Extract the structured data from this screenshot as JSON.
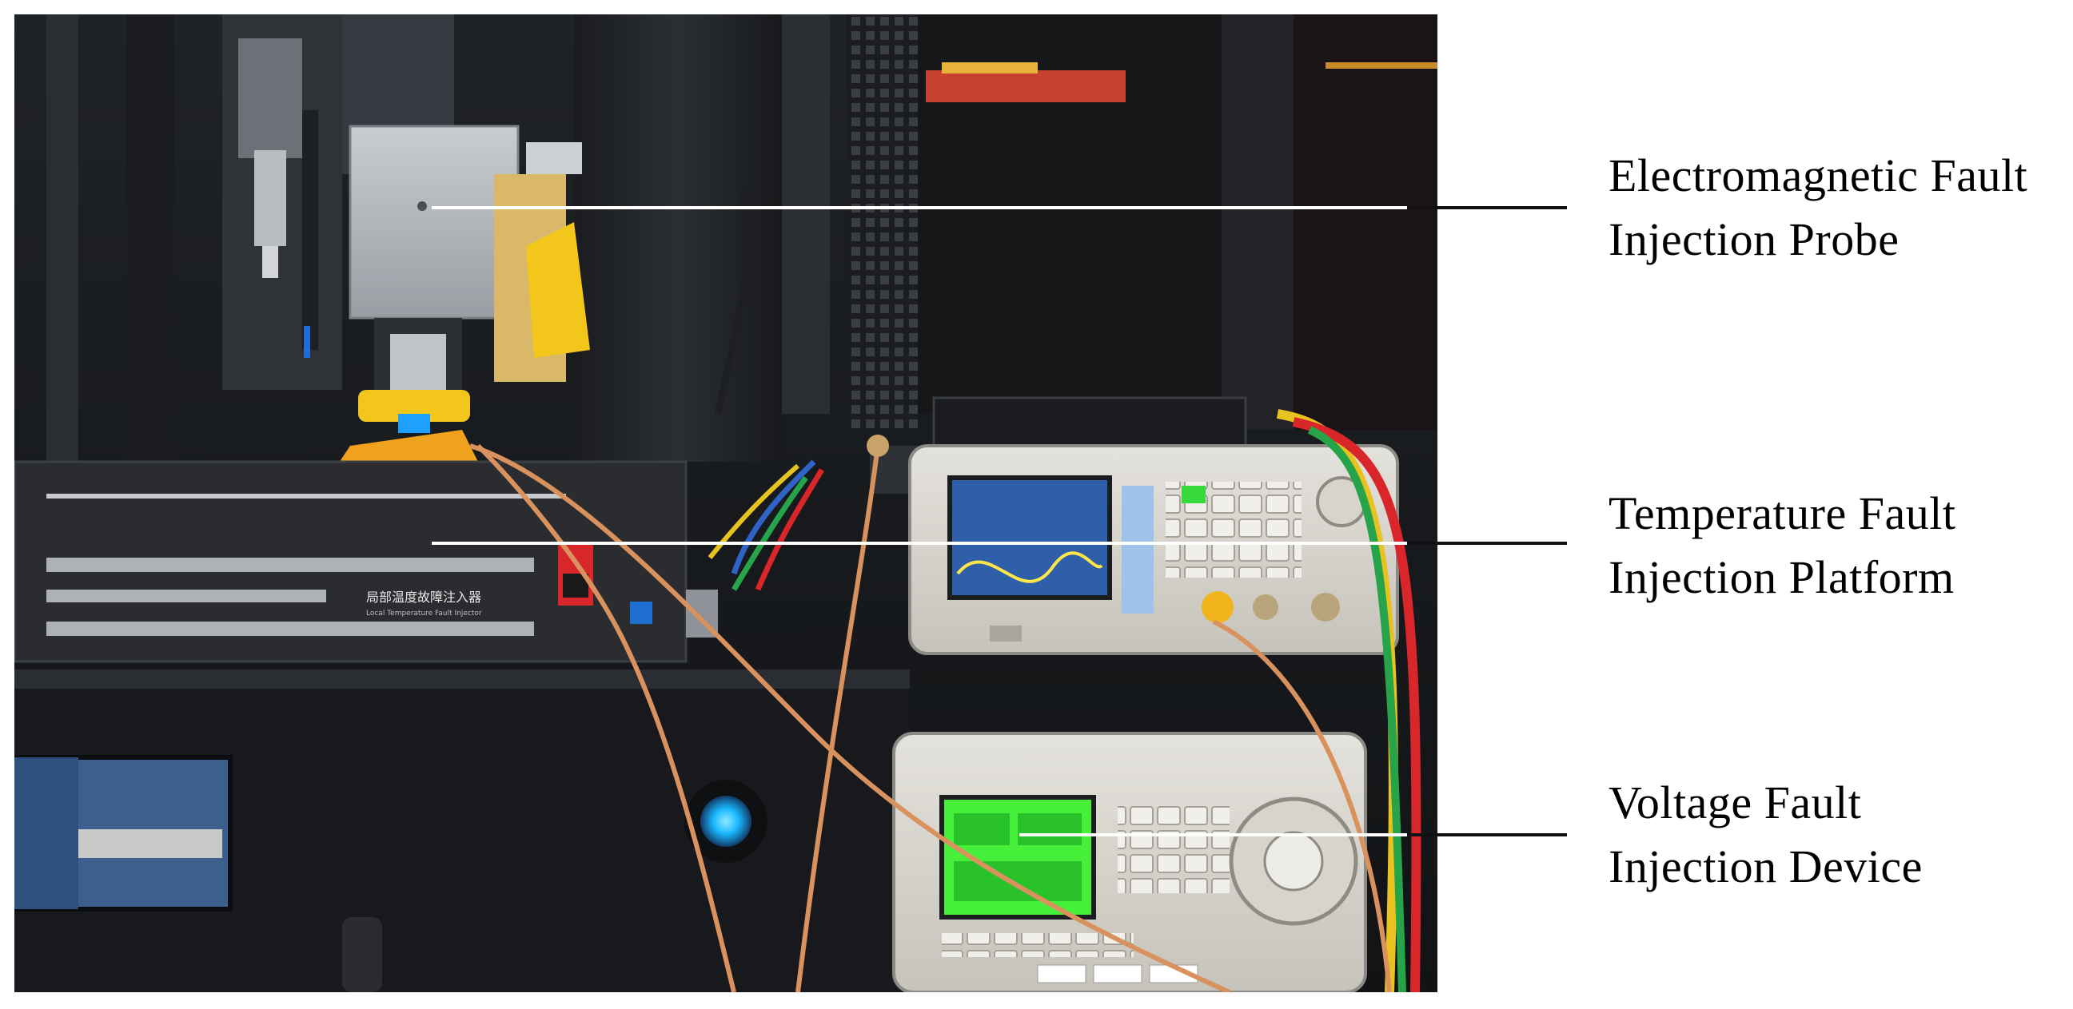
{
  "photo": {
    "platform_panel_text": "局部温度故障注入器",
    "platform_panel_subtext": "Local Temperature Fault Injector"
  },
  "labels": [
    {
      "id": "probe",
      "line1": "Electromagnetic Fault",
      "line2": "Injection Probe"
    },
    {
      "id": "platform",
      "line1": "Temperature Fault",
      "line2": "Injection Platform"
    },
    {
      "id": "device",
      "line1": "Voltage Fault",
      "line2": "Injection Device"
    }
  ],
  "colors": {
    "leader_white": "#ffffff",
    "leader_black": "#111111",
    "cable_copper": "#d9925e",
    "cable_red": "#d8262a",
    "cable_yellow": "#e8c21f",
    "cable_green": "#27a34a",
    "screen_blue": "#2f5fa8",
    "screen_green": "#46f03a",
    "probe_yellow": "#f2c61a",
    "knob_blue": "#19b7ff"
  }
}
